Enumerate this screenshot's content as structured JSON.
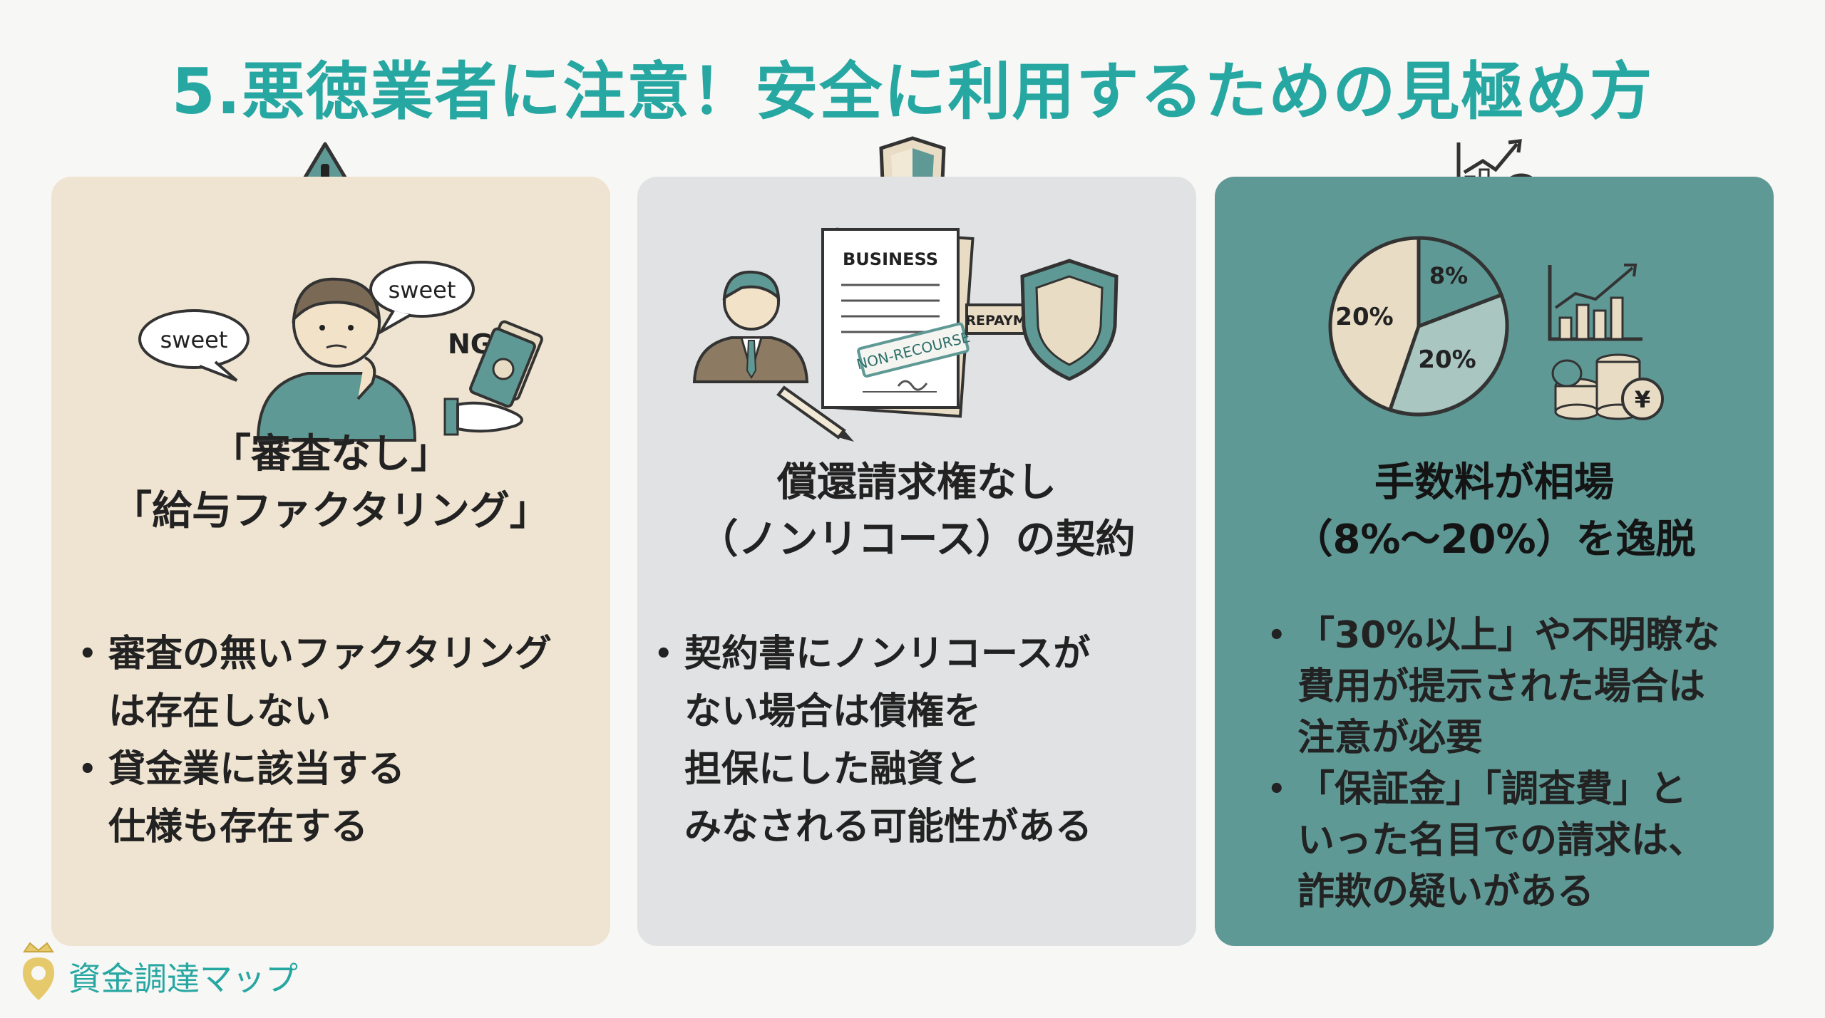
{
  "title": "5.悪徳業者に注意！安全に利用するための見極め方",
  "cards": [
    {
      "bubbles": [
        "sweet",
        "sweet"
      ],
      "ng": "NG",
      "heading": [
        "「審査なし」",
        "「給与ファクタリング」"
      ],
      "bullets": [
        "審査の無いファクタリング\nは存在しない",
        "貸金業に該当する\n仕様も存在する"
      ]
    },
    {
      "doc_label": "BUSINESS",
      "stamp": "NON-RECOURSE",
      "arrow_label": "REPAYMENT",
      "heading": [
        "償還請求権なし",
        "（ノンリコース）の契約"
      ],
      "bullets": [
        "契約書にノンリコースが\nない場合は債権を\n担保にした融資と\nみなされる可能性がある"
      ]
    },
    {
      "pie_labels": [
        "8%",
        "20%",
        "20%"
      ],
      "yen": "¥",
      "heading": [
        "手数料が相場",
        "（8%〜20%）を逸脱"
      ],
      "bullets": [
        "「30%以上」や不明瞭な\n費用が提示された場合は\n注意が必要",
        "「保証金」「調査費」と\nいった名目での請求は、\n詐欺の疑いがある"
      ]
    }
  ],
  "brand": "資金調達マップ",
  "colors": {
    "accent": "#27a7a2",
    "card1": "#efe4d1",
    "card2": "#e1e2e3",
    "card3": "#5f9995",
    "icon_teal": "#5f9995",
    "icon_beige": "#e8dcc4"
  }
}
